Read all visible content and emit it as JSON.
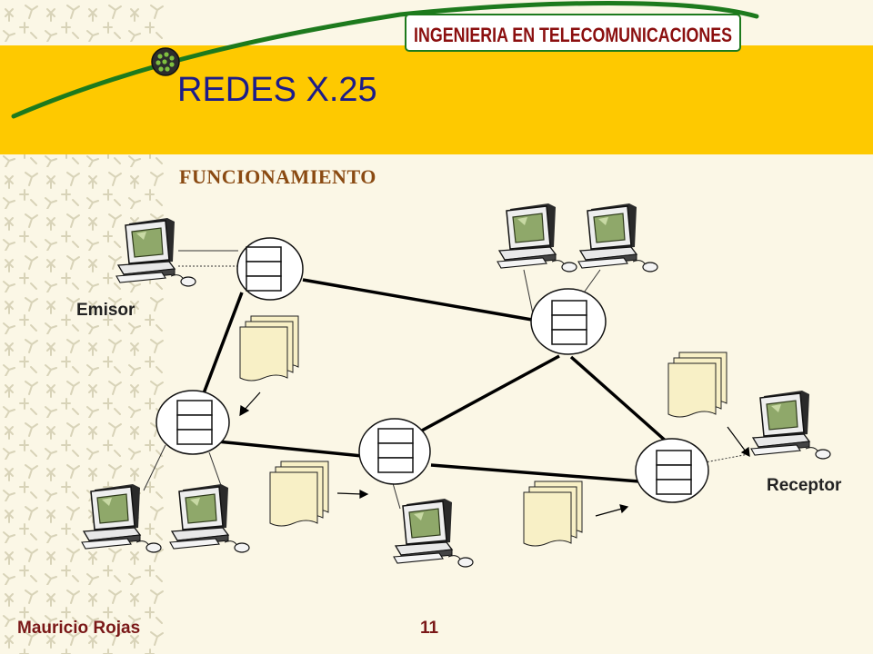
{
  "header": {
    "banner_text": "INGENIERIA EN TELECOMUNICACIONES"
  },
  "slide": {
    "title": "REDES X.25",
    "subtitle": "FUNCIONAMIENTO"
  },
  "diagram": {
    "sender_label": "Emisor",
    "receiver_label": "Receptor"
  },
  "footer": {
    "author": "Mauricio Rojas",
    "page_number": "11"
  },
  "colors": {
    "band": "#fec900",
    "banner_text": "#8b0f0f",
    "banner_outline": "#1d7a1d",
    "title": "#1c1c8a",
    "subtitle": "#8a4a12",
    "footer": "#7a1818",
    "screen": "#8fa86a",
    "packet": "#f8f0c6"
  }
}
